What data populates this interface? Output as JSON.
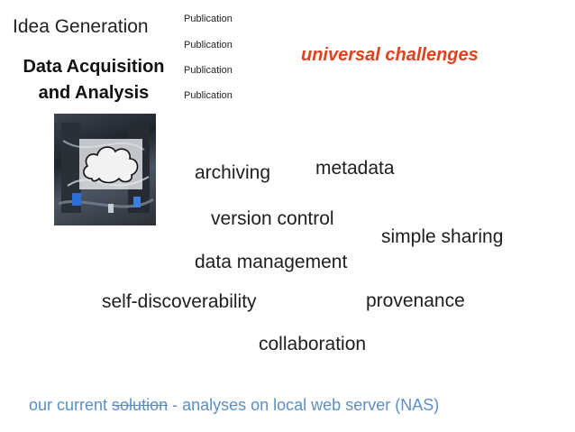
{
  "pipeline": {
    "stage_idea": "Idea Generation",
    "stage_data_line1": "Data Acquisition",
    "stage_data_line2": "and Analysis",
    "publications": [
      "Publication",
      "Publication",
      "Publication",
      "Publication"
    ]
  },
  "headline": {
    "text": "universal challenges",
    "color": "#e2401f"
  },
  "photo": {
    "icon": "cloud-icon"
  },
  "challenges": {
    "archiving": "archiving",
    "metadata": "metadata",
    "version_control": "version control",
    "simple_sharing": "simple sharing",
    "data_management": "data management",
    "self_discoverability": "self-discoverability",
    "provenance": "provenance",
    "collaboration": "collaboration"
  },
  "footer": {
    "prefix": "our current ",
    "struck": "solution",
    "suffix": " - analyses on local web server (NAS)",
    "color": "#5a8fc8"
  }
}
